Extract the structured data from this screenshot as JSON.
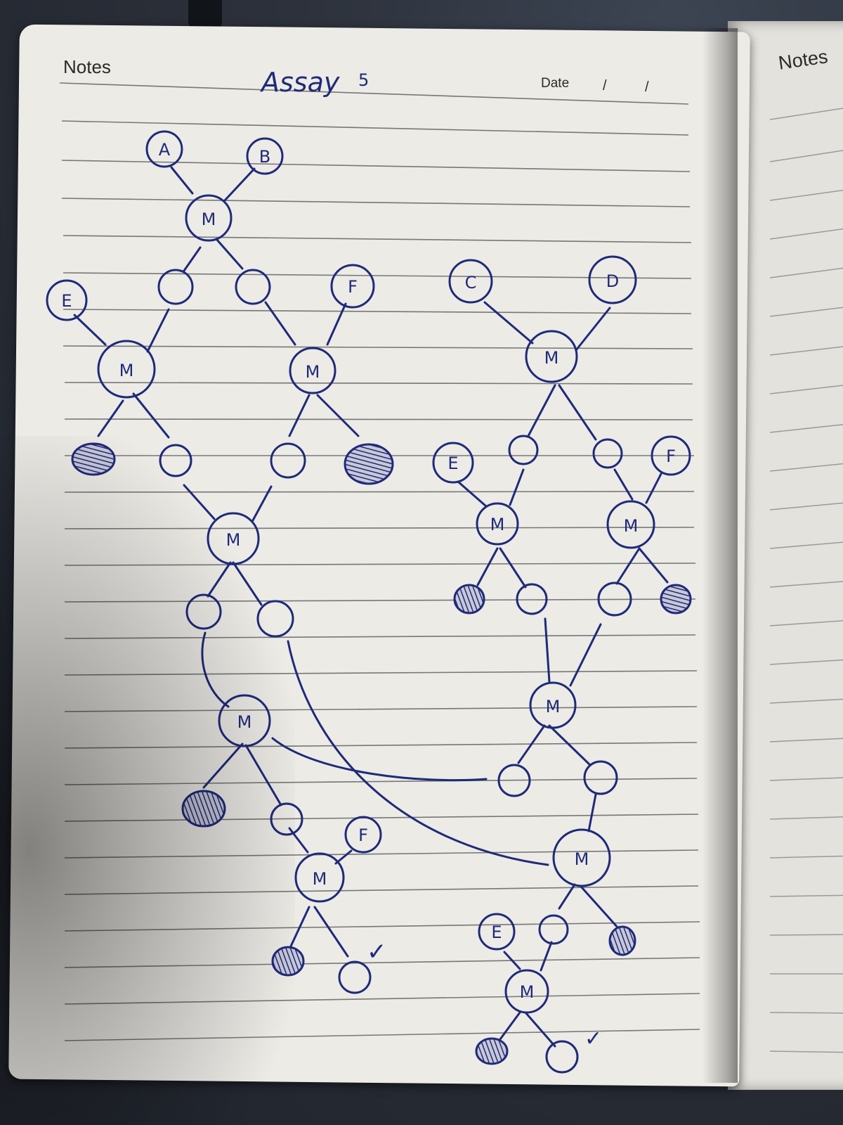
{
  "page": {
    "header_left": "Notes",
    "title": "Assay",
    "title_number": "5",
    "date_label": "Date",
    "date_separator": "/",
    "header_right": "Notes"
  },
  "ink_color": "#1e2a7a",
  "node_labels": {
    "A": "A",
    "B": "B",
    "C": "C",
    "D": "D",
    "E": "E",
    "F": "F",
    "M": "M"
  },
  "marks": {
    "check": "✓"
  }
}
